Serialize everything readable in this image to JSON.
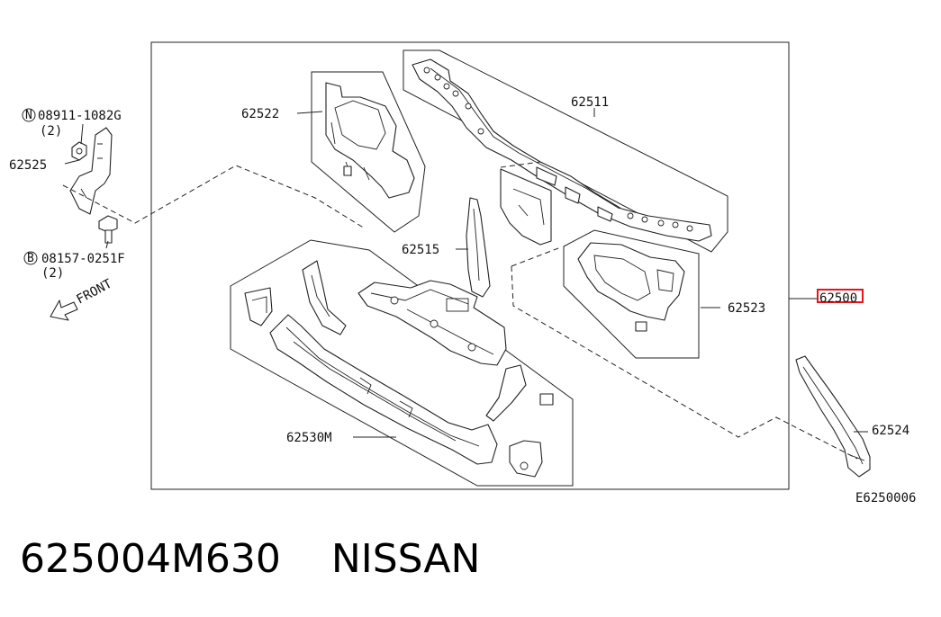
{
  "diagram": {
    "labels": {
      "p62511": "62511",
      "p62522": "62522",
      "p62515": "62515",
      "p62523": "62523",
      "p62500": "62500",
      "p62524": "62524",
      "p62530m": "62530M",
      "p62525": "62525",
      "nut_part": "08911-1082G",
      "nut_qty": "(2)",
      "bolt_part": "08157-0251F",
      "bolt_qty": "(2)",
      "front": "FRONT",
      "figure_code": "E6250006"
    },
    "symbols": {
      "nut": "N",
      "bolt": "B"
    },
    "highlight_color": "#e8141b"
  },
  "footer": {
    "title": "625004M630    NISSAN"
  }
}
